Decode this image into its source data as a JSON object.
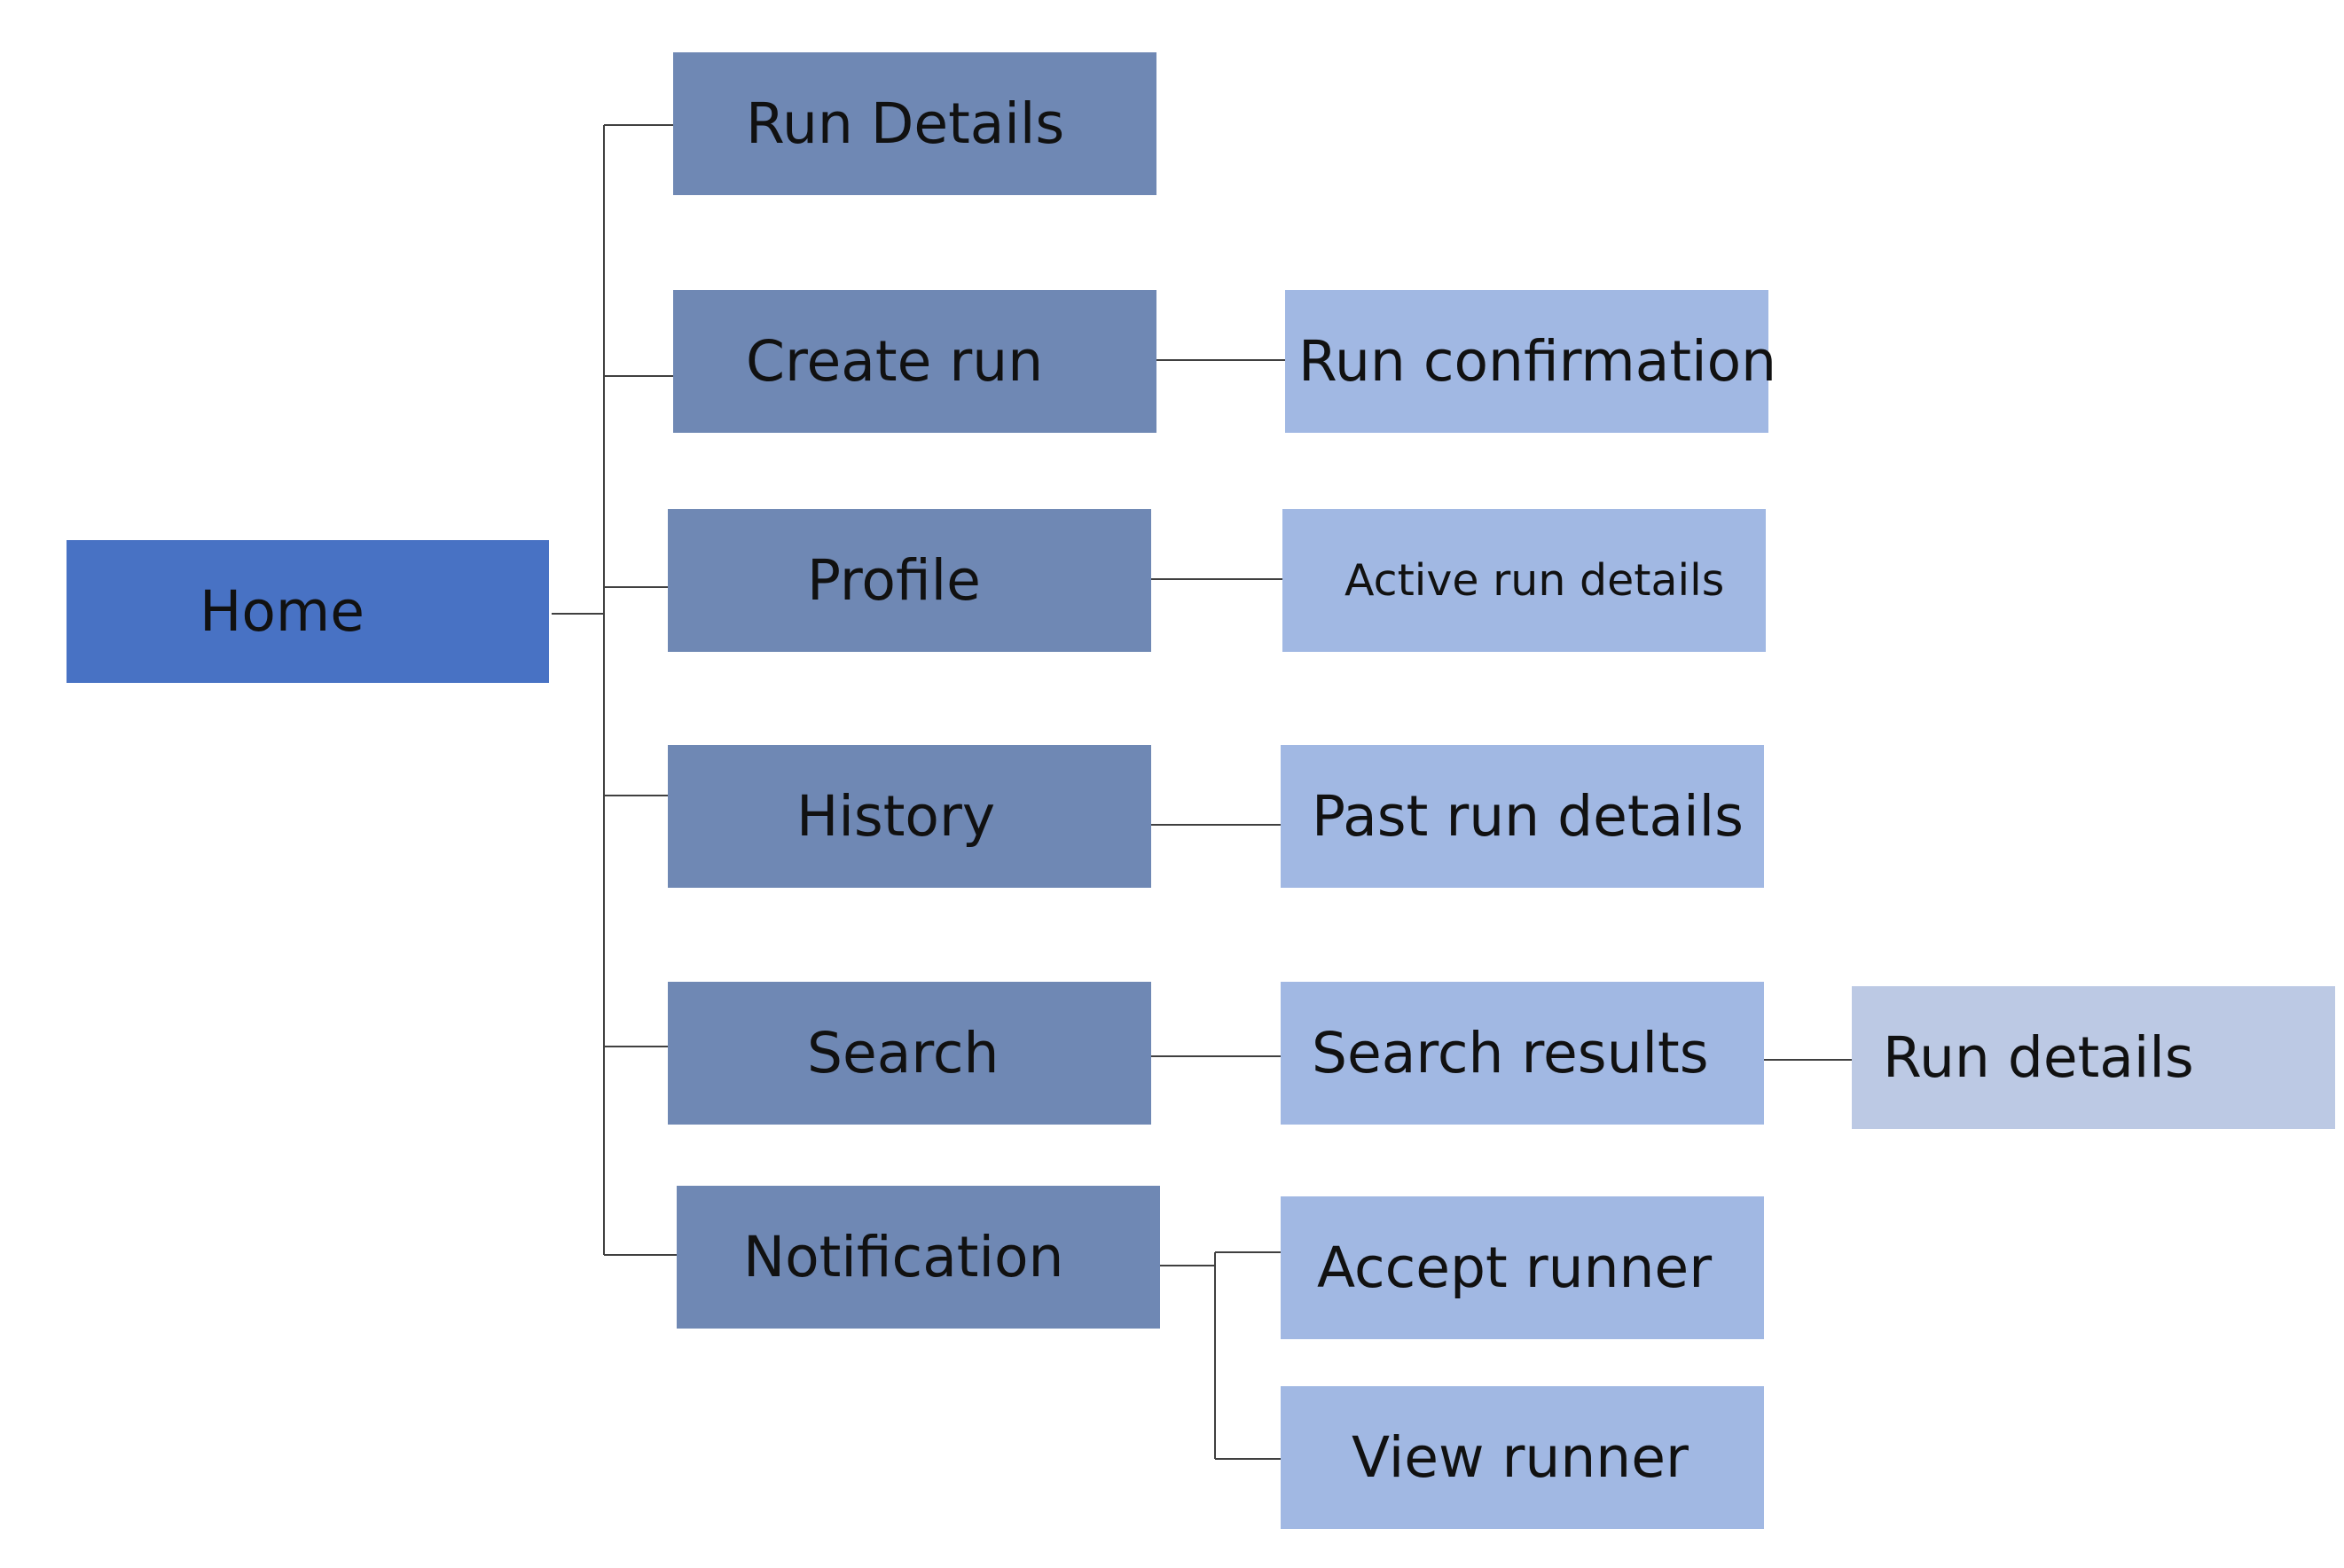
{
  "colors": {
    "root": "#4872c4",
    "level1": "#6f88b4",
    "level2": "#a1b8e3",
    "level3": "#bcc9e4",
    "connector": "#404040"
  },
  "nodes": {
    "home": "Home",
    "run_details": "Run Details",
    "create_run": "Create run",
    "profile": "Profile",
    "history": "History",
    "search": "Search",
    "notification": "Notification",
    "run_confirmation": "Run confirmation",
    "active_run_details": "Active run details",
    "past_run_details": "Past run details",
    "search_results": "Search results",
    "accept_runner": "Accept runner",
    "view_runner": "View runner",
    "search_run_details": "Run details"
  },
  "edges": [
    [
      "home",
      "run_details"
    ],
    [
      "home",
      "create_run"
    ],
    [
      "home",
      "profile"
    ],
    [
      "home",
      "history"
    ],
    [
      "home",
      "search"
    ],
    [
      "home",
      "notification"
    ],
    [
      "create_run",
      "run_confirmation"
    ],
    [
      "profile",
      "active_run_details"
    ],
    [
      "history",
      "past_run_details"
    ],
    [
      "search",
      "search_results"
    ],
    [
      "search_results",
      "search_run_details"
    ],
    [
      "notification",
      "accept_runner"
    ],
    [
      "notification",
      "view_runner"
    ]
  ]
}
